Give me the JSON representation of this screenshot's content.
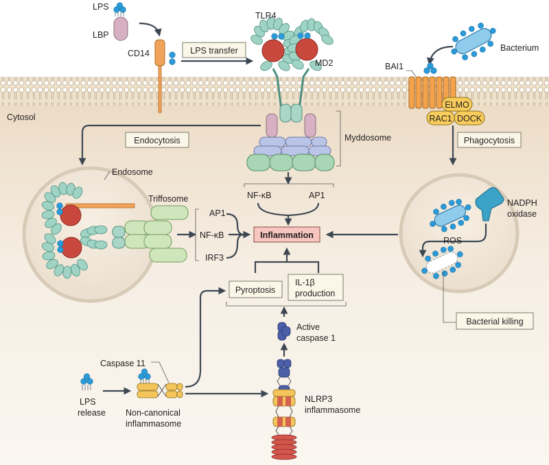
{
  "labels": {
    "lps": "LPS",
    "lbp": "LBP",
    "cd14": "CD14",
    "lps_transfer": "LPS transfer",
    "tlr4": "TLR4",
    "md2": "MD2",
    "bacterium": "Bacterium",
    "bai1": "BAI1",
    "elmo": "ELMO",
    "rac1": "RAC1",
    "dock": "DOCK",
    "cytosol": "Cytosol",
    "endocytosis": "Endocytosis",
    "myddosome": "Myddosome",
    "phagocytosis": "Phagocytosis",
    "endosome": "Endosome",
    "triffosome": "Triffosome",
    "nfkb_top": "NF-κB",
    "ap1_top": "AP1",
    "ap1_left": "AP1",
    "nfkb_left": "NF-κB",
    "irf3": "IRF3",
    "inflammation": "Inflammation",
    "nadph_line1": "NADPH",
    "nadph_line2": "oxidase",
    "ros": "ROS",
    "pyroptosis": "Pyroptosis",
    "il1b_line1": "IL-1β",
    "il1b_line2": "production",
    "bacterial_killing": "Bacterial killing",
    "active_casp1_line1": "Active",
    "active_casp1_line2": "caspase 1",
    "caspase11": "Caspase 11",
    "lps_release_line1": "LPS",
    "lps_release_line2": "release",
    "noncanonical_line1": "Non-canonical",
    "noncanonical_line2": "inflammasome",
    "nlrp3_line1": "NLRP3",
    "nlrp3_line2": "inflammasome"
  },
  "colors": {
    "cytosol": "#f1e5d5",
    "membrane": "#e6d3b5",
    "tlr_green": "#9fd3c4",
    "md2_red": "#c9483d",
    "lps_blue": "#2a9bd8",
    "bacterium": "#8fcbea",
    "cd14_orange": "#f0a35a",
    "bai1_orange": "#f2a34c",
    "elmo_yellow": "#f7cc5b",
    "myd_pink": "#d7b1c3",
    "myd_lavender": "#b9c4e6",
    "myd_green": "#a9d6b6",
    "trif_green": "#cfe6bd",
    "inflammation_fill": "#f6c5bf",
    "caspase_blue": "#4a5fa8",
    "inflammasome_yellow": "#f4c55a",
    "inflammasome_red": "#d2564c",
    "arrow": "#3d4752"
  }
}
